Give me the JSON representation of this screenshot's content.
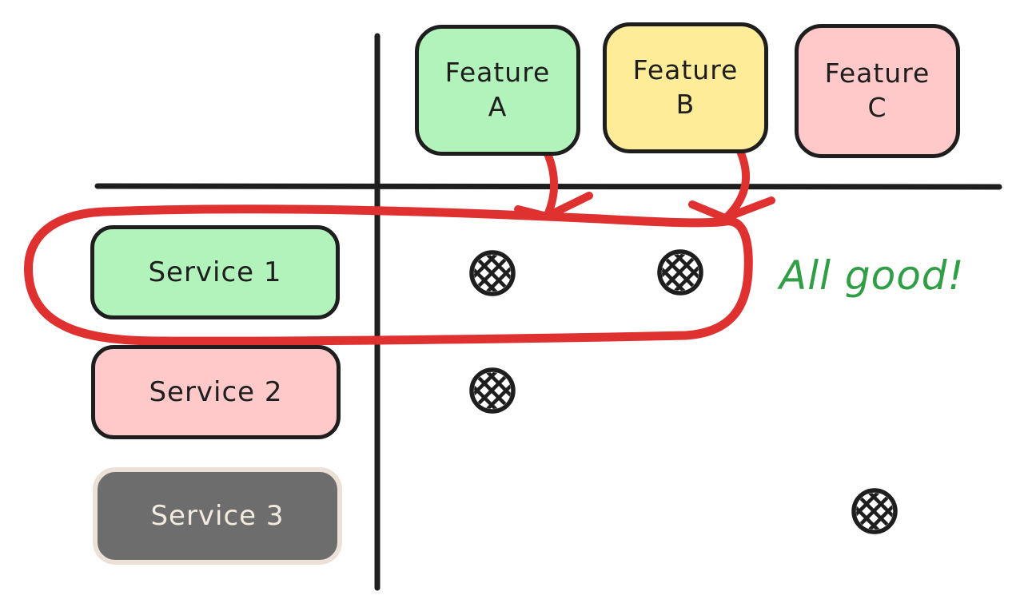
{
  "diagram": {
    "type": "feature-service-matrix",
    "features": [
      {
        "label": "Feature A",
        "fill": "#b2f2bb"
      },
      {
        "label": "Feature B",
        "fill": "#ffec99"
      },
      {
        "label": "Feature C",
        "fill": "#ffc9c9"
      }
    ],
    "services": [
      {
        "label": "Service 1",
        "fill": "#b2f2bb",
        "text_color": "#1e1e1e"
      },
      {
        "label": "Service 2",
        "fill": "#ffc9c9",
        "text_color": "#1e1e1e"
      },
      {
        "label": "Service 3",
        "fill": "#6d6d6d",
        "text_color": "#f3ebdf",
        "border_color": "#ece1d7"
      }
    ],
    "marks": [
      {
        "service": "Service 1",
        "feature": "Feature A",
        "symbol": "crosshatch-circle"
      },
      {
        "service": "Service 1",
        "feature": "Feature B",
        "symbol": "crosshatch-circle"
      },
      {
        "service": "Service 2",
        "feature": "Feature A",
        "symbol": "crosshatch-circle"
      },
      {
        "service": "Service 3",
        "feature": "Feature C",
        "symbol": "crosshatch-circle"
      }
    ],
    "annotation": {
      "note": "All good!",
      "note_color": "#2f9e44",
      "highlight_color": "#e03131",
      "highlighted_service": "Service 1",
      "arrows_from": [
        "Feature A",
        "Feature B"
      ]
    },
    "stroke_color": "#1e1e1e"
  }
}
